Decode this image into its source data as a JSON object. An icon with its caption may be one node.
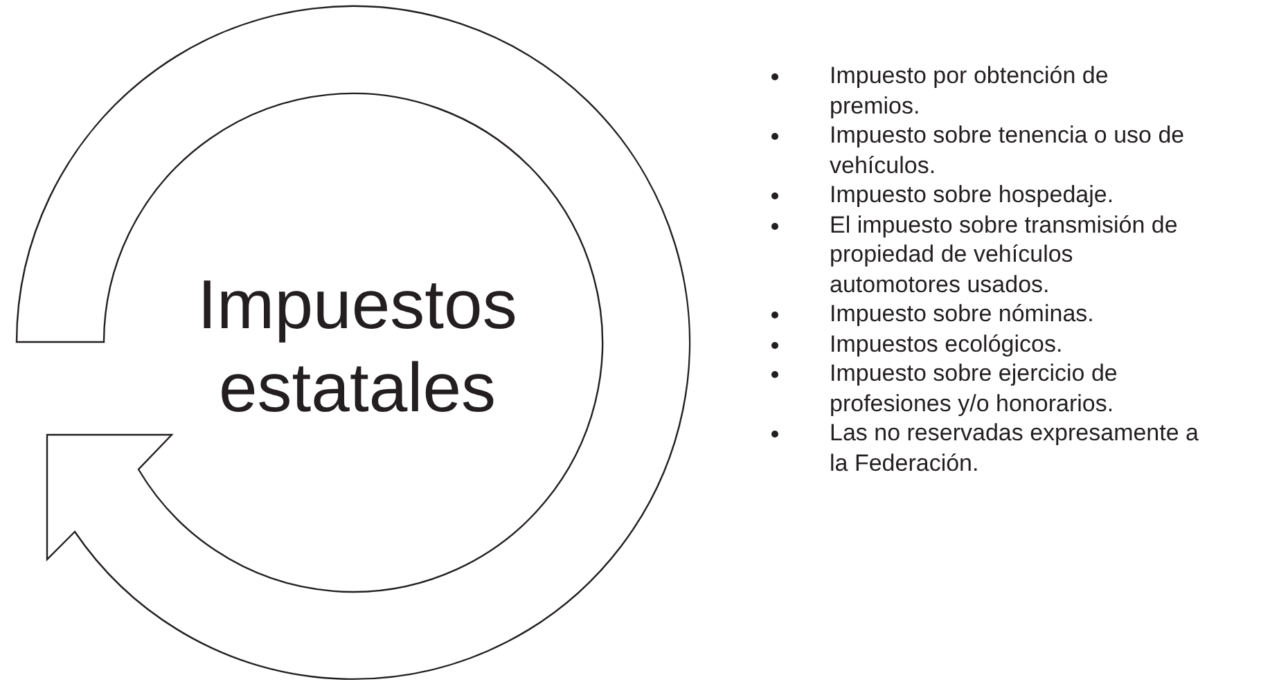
{
  "diagram": {
    "nodes": [
      {
        "text": [
          "Impuestos estatales"
        ]
      }
    ],
    "labels": [
      "Impuesto por obtención de premios.",
      "Impuesto sobre tenencia o uso de vehículos.",
      "Impuesto sobre hospedaje.",
      "El impuesto sobre transmisión de propiedad de vehículos automotores usados.",
      "Impuesto sobre nóminas.",
      "Impuestos ecológicos.",
      "Impuesto sobre ejercicio de profesiones y/o honorarios.",
      "Las no reservadas expresamente a la Federación."
    ]
  }
}
